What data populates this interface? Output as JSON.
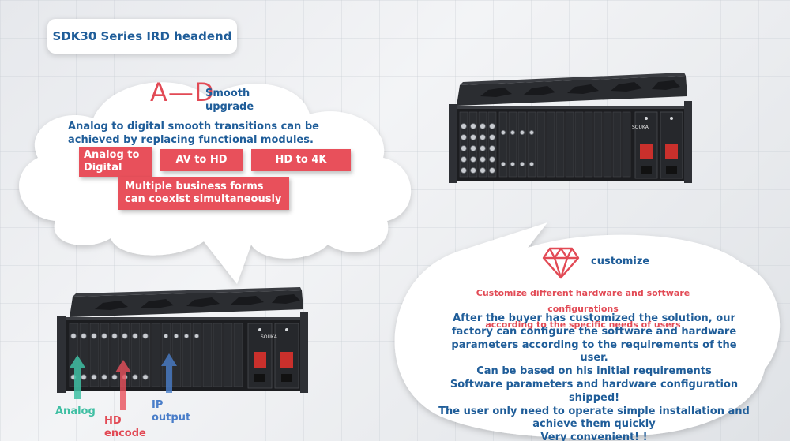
{
  "title": "SDK30 Series IRD headend",
  "upgrade": {
    "letters": "A—D",
    "label": "Smooth upgrade",
    "description": "Analog to digital smooth transitions can be achieved by replacing functional modules.",
    "tags": [
      "Analog to Digital",
      "AV to HD",
      "HD to 4K",
      "Multiple business forms can coexist simultaneously"
    ]
  },
  "device": {
    "brand": "SOUKA"
  },
  "ports": {
    "analog": "Analog",
    "hd_encode": "HD encode",
    "ip_output": "IP output"
  },
  "customize": {
    "label": "customize",
    "red_line1": "Customize different hardware and software configurations",
    "red_line2": "according to the specific needs of users",
    "lines": [
      "After the buyer has customized the solution, our",
      "factory can configure the software and hardware",
      "parameters according to the requirements of the user.",
      "Can be based on his initial requirements",
      "Software parameters and hardware configuration",
      "shipped!",
      "The user only need to operate simple installation and",
      "achieve them quickly",
      "Very convenient! !"
    ]
  },
  "colors": {
    "accent_blue": "#1f5d99",
    "accent_red": "#e8505b",
    "analog_green": "#3fbfa3",
    "hd_red": "#e24a55",
    "ip_blue": "#4a7ec9"
  }
}
